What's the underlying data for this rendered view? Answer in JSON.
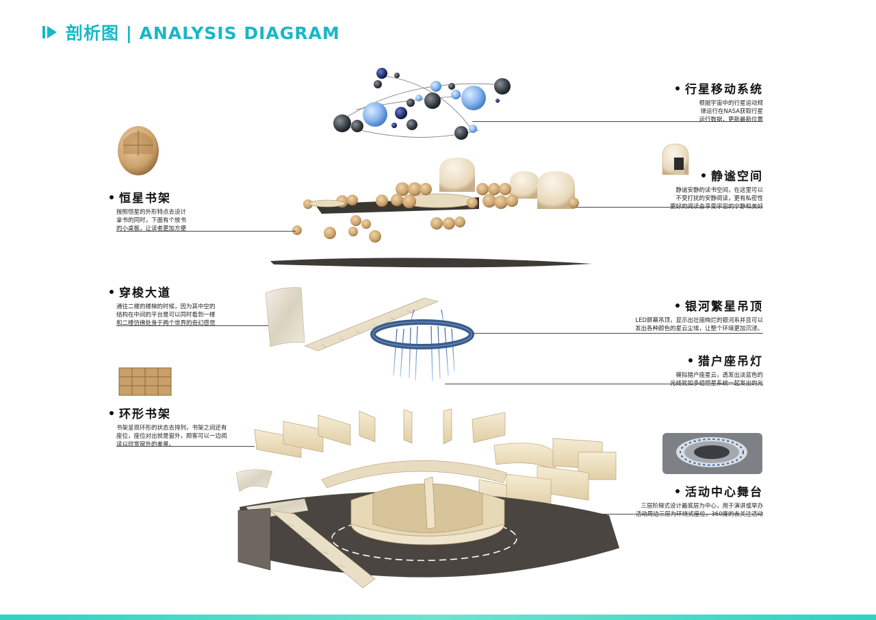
{
  "header": {
    "title": "剖析图 | ANALYSIS DIAGRAM",
    "accent": "#18b7c6"
  },
  "labels": {
    "planet_system": {
      "title": "行星移动系统",
      "lines": [
        "根据宇宙中的行星运动规",
        "律运行在NASA获取行星",
        "运行数据，更新最新位置"
      ]
    },
    "quiet_space": {
      "title": "静谧空间",
      "lines": [
        "静谧安静的读书空间，在这里可以",
        "不受打扰的安静阅读，更有私密性",
        "更好的阅读会享受宇宙的宁静和美好"
      ]
    },
    "star_shelf": {
      "title": "恒星书架",
      "lines": [
        "按照恒星的外形特点去设计",
        "拿书的同时，下面有个放书",
        "的小桌板，让读者更加方便"
      ]
    },
    "shuttle_avenue": {
      "title": "穿梭大道",
      "lines": [
        "通往二楼的楼梯的时候，因为其中空的",
        "结构在中间的平台是可以同时看到一楼",
        "和二楼仿佛处身于两个世界的奇幻感觉"
      ]
    },
    "galaxy_ceiling": {
      "title": "银河繁星吊顶",
      "lines": [
        "LED屏幕吊顶，显示出壮丽绚烂的银河系并且可以",
        "发出各种颜色的星云尘埃，让整个环境更加沉浸。"
      ]
    },
    "orion_lamp": {
      "title": "猎户座吊灯",
      "lines": [
        "模拟猎户座星云，透发出淡蓝色的",
        "光线犹如多组恒星系统一起发出的光"
      ]
    },
    "ring_shelf": {
      "title": "环形书架",
      "lines": [
        "书架呈现环形的状态去排列，书架之间还有",
        "座位，座位对出就是窗外，顾客可以一边阅",
        "读以欣赏窗外的美景。"
      ]
    },
    "event_stage": {
      "title": "活动中心舞台",
      "lines": [
        "三层阶梯式设计最底层为中心，用于演讲或举办",
        "活动周边三层为环绕式座位，360度的去关注活动"
      ]
    }
  },
  "colors": {
    "wood": "#c9a06a",
    "wood_light": "#e8dcc0",
    "floor": "#4a4540",
    "planet_blue": "#8ab8f0",
    "planet_dark": "#333a44",
    "bottom_bar": "#3ad3c2"
  }
}
